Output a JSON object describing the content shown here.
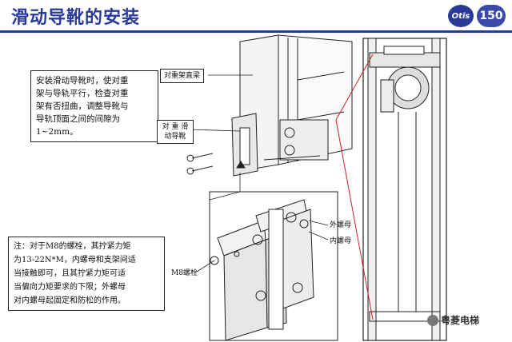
{
  "title": "滑动导靴的安装",
  "logos": {
    "brand": "Otis",
    "anniversary": "150"
  },
  "note_top": {
    "lines": [
      "安装滑动导靴时，使对重",
      "架与导轨平行，检查对重",
      "架有否扭曲，调整导靴与",
      "导轨顶面之间的间隙为",
      "1~2mm。"
    ]
  },
  "note_bottom": {
    "lines": [
      "注：对于M8的螺栓，其拧紧力矩",
      "为13-22N*M，内螺母和支架间适",
      "当接触即可，且其拧紧力矩可适",
      "当偏向力矩要求的下限；外螺母",
      "对内螺母起固定和防松的作用。"
    ]
  },
  "labels": {
    "frame_upright": "对重架直梁",
    "guide_shoe": [
      "对 重 滑",
      "动导靴"
    ],
    "outer_nut": "外螺母",
    "inner_nut": "内螺母",
    "bolt": "M8螺栓"
  },
  "watermark": "粤菱电梯"
}
